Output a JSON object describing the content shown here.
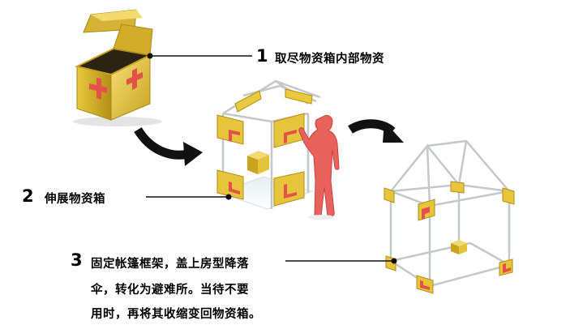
{
  "steps": [
    {
      "number": "1",
      "text": "取尽物资箱内部物资"
    },
    {
      "number": "2",
      "text": "伸展物资箱"
    },
    {
      "number": "3",
      "lines": [
        "固定帐篷框架，盖上房型降落",
        "伞，转化为避难所。当待不要",
        "用时，再将其收缩变回物资箱。"
      ]
    }
  ],
  "colors": {
    "box_yellow": "#e8c63a",
    "cross_red": "#e44a3f",
    "frame_gray": "#bfc3c6",
    "person_red": "#e25a55",
    "arrow_black": "#111111"
  },
  "icons": [
    "supply-box-icon",
    "expanding-frame-icon",
    "person-figure-icon",
    "shelter-frame-icon",
    "curved-arrow-icon"
  ]
}
